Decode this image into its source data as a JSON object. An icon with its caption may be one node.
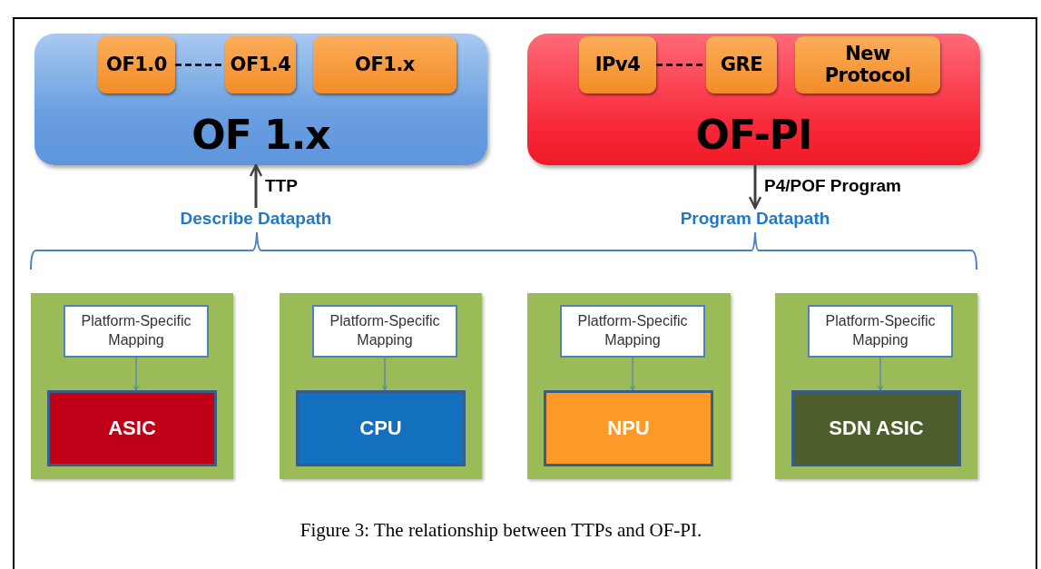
{
  "diagram": {
    "caption": "Figure 3: The relationship between TTPs and OF-PI.",
    "nodes": [
      {
        "text": [
          "OF 1.x"
        ]
      },
      {
        "text": [
          "OF1.0"
        ],
        "in": 0
      },
      {
        "text": [
          "OF1.4"
        ],
        "in": 0
      },
      {
        "text": [
          "OF1.x"
        ],
        "in": 0
      },
      {
        "text": [
          "OF-PI"
        ]
      },
      {
        "text": [
          "IPv4"
        ],
        "in": 4
      },
      {
        "text": [
          "GRE"
        ],
        "in": 4
      },
      {
        "text": [
          "New Protocol"
        ],
        "in": 4
      },
      {
        "text": [
          "Describe Datapath"
        ]
      },
      {
        "text": [
          "Program Datapath"
        ]
      },
      {
        "text": [],
        "shape": "box"
      },
      {
        "text": [
          "Platform-Specific Mapping"
        ],
        "in": 10
      },
      {
        "text": [
          "ASIC"
        ],
        "in": 10
      },
      {
        "text": [],
        "shape": "box"
      },
      {
        "text": [
          "Platform-Specific Mapping"
        ],
        "in": 13
      },
      {
        "text": [
          "CPU"
        ],
        "in": 13
      },
      {
        "text": [],
        "shape": "box"
      },
      {
        "text": [
          "Platform-Specific Mapping"
        ],
        "in": 16
      },
      {
        "text": [
          "NPU"
        ],
        "in": 16
      },
      {
        "text": [],
        "shape": "box"
      },
      {
        "text": [
          "Platform-Specific Mapping"
        ],
        "in": 19
      },
      {
        "text": [
          "SDN ASIC"
        ],
        "in": 19
      }
    ],
    "edges": [
      {
        "from": 1,
        "to": 2,
        "arrow": "none",
        "style": "dashed",
        "color": "#000000"
      },
      {
        "from": 5,
        "to": 6,
        "arrow": "none",
        "style": "dashed",
        "color": "#000000"
      },
      {
        "from": 8,
        "to": 0,
        "arrow": "to",
        "label": "TTP",
        "style": "thick",
        "color": "#404040"
      },
      {
        "from": 4,
        "to": 9,
        "arrow": "to",
        "label": "P4/POF Program",
        "style": "thick",
        "color": "#404040"
      },
      {
        "from": 11,
        "to": 12,
        "arrow": "to"
      },
      {
        "from": 14,
        "to": 15,
        "arrow": "to"
      },
      {
        "from": 17,
        "to": 18,
        "arrow": "to"
      },
      {
        "from": 20,
        "to": 21,
        "arrow": "to"
      }
    ]
  }
}
